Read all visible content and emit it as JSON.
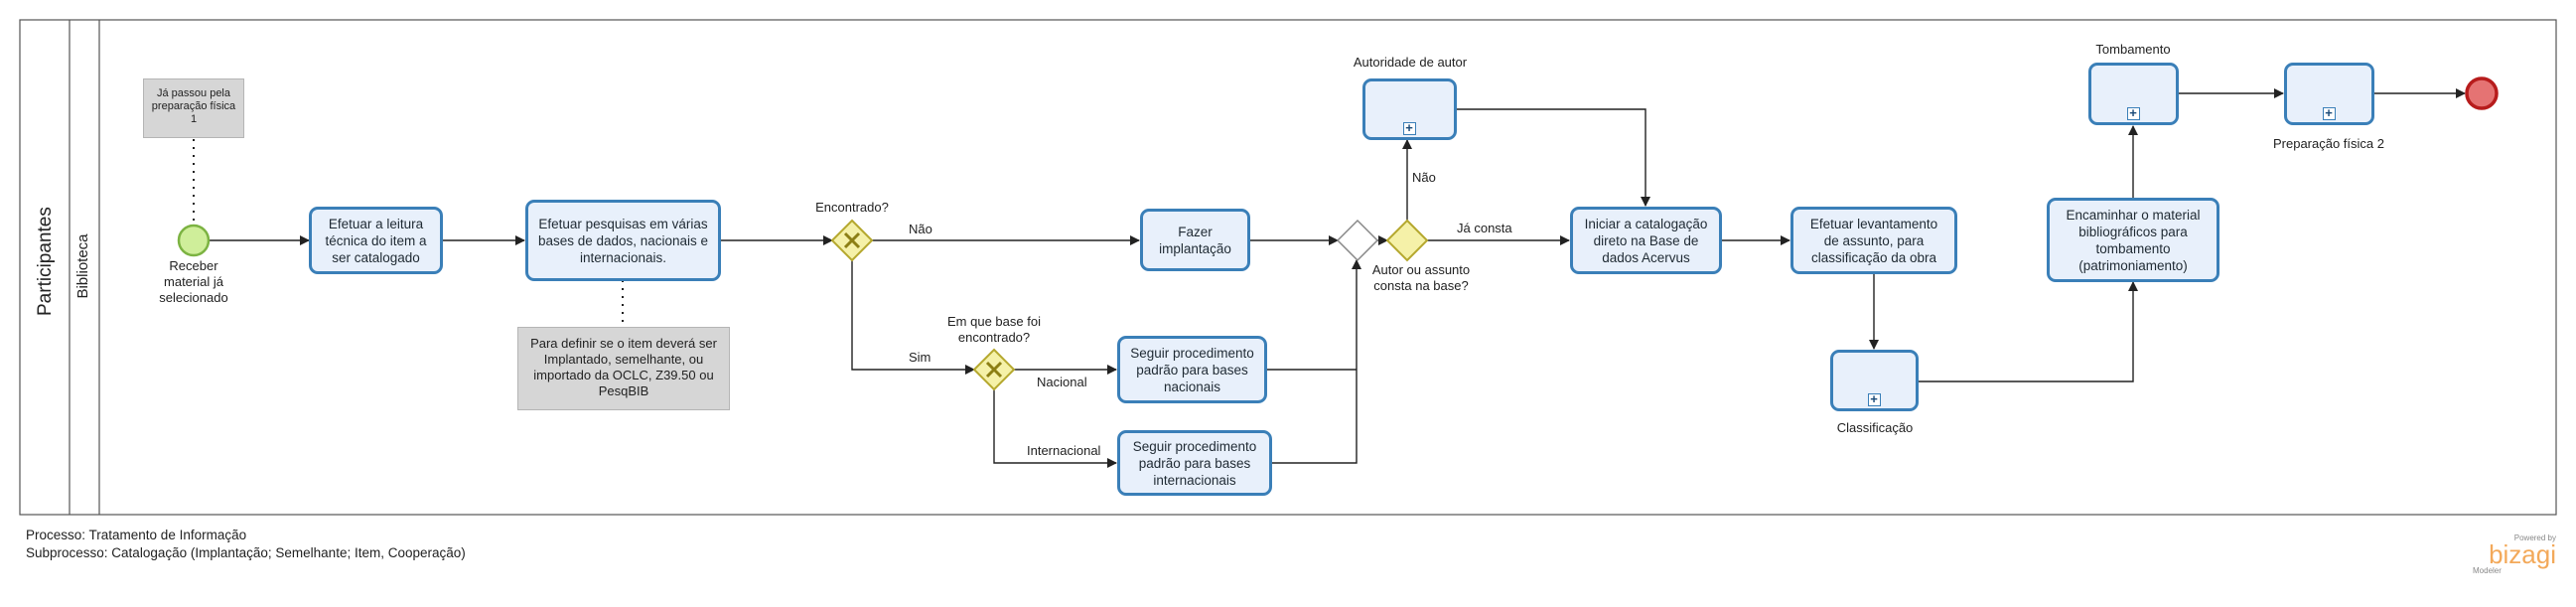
{
  "pool": {
    "label": "Participantes"
  },
  "lane": {
    "label": "Biblioteca"
  },
  "start_event": {
    "label": "Receber material já selecionado"
  },
  "annotations": {
    "prep_fisica_1": "Já passou pela preparação física 1",
    "definir_item": "Para definir se o item deverá ser Implantado, semelhante, ou importado da OCLC, Z39.50 ou PesqBIB"
  },
  "tasks": {
    "leitura": "Efetuar a leitura técnica do item a ser catalogado",
    "pesquisas": "Efetuar pesquisas em várias bases de dados, nacionais e internacionais.",
    "implantacao": "Fazer implantação",
    "nacionais": "Seguir procedimento padrão para bases nacionais",
    "internacionais": "Seguir procedimento padrão para bases internacionais",
    "iniciar": "Iniciar a catalogação direto na Base de dados Acervus",
    "levantamento": "Efetuar levantamento de assunto, para classificação da obra",
    "encaminhar": "Encaminhar o material bibliográficos para tombamento (patrimoniamento)"
  },
  "subprocesses": {
    "autoridade": "Autoridade de autor",
    "classificacao": "Classificação",
    "tombamento": "Tombamento",
    "prep_fisica_2": "Preparação física 2"
  },
  "gateways": {
    "encontrado": "Encontrado?",
    "em_que_base": "Em que base foi encontrado?",
    "autor_assunto": "Autor  ou assunto consta na base?"
  },
  "flows": {
    "nao": "Não",
    "sim": "Sim",
    "nacional": "Nacional",
    "internacional": "Internacional",
    "ja_consta": "Já consta",
    "nao_autor": "Não"
  },
  "footer": {
    "processo": "Processo: Tratamento de Informação",
    "subprocesso": "Subprocesso: Catalogação (Implantação; Semelhante; Item, Cooperação)"
  },
  "brand": {
    "powered": "Powered by",
    "name": "bizagi",
    "sub": "Modeler"
  },
  "colors": {
    "task_fill": "#e8f0fb",
    "task_border": "#3a7fb8",
    "start_fill": "#cfee9a",
    "start_border": "#7cb342",
    "end_fill": "#e57373",
    "end_border": "#b71c1c",
    "gateway_fill": "#f5f1a8",
    "gateway_border": "#b5a82e",
    "note_fill": "#d6d6d6",
    "brand": "#f3a95a"
  }
}
